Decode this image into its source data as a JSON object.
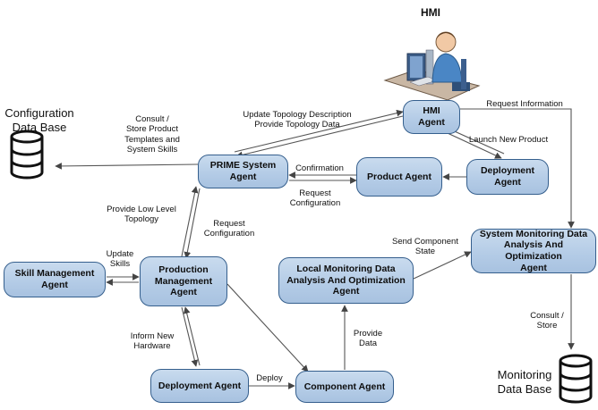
{
  "title": "HMI",
  "nodes": {
    "hmi_agent": "HMI\nAgent",
    "prime": "PRIME System\nAgent",
    "product": "Product Agent",
    "deploy_top": "Deployment\nAgent",
    "sysmon": "System Monitoring Data\nAnalysis And Optimization\nAgent",
    "skill": "Skill Management\nAgent",
    "production": "Production\nManagement\nAgent",
    "localmon": "Local Monitoring Data\nAnalysis And Optimization\nAgent",
    "deploy_bottom": "Deployment Agent",
    "component": "Component Agent"
  },
  "databases": {
    "config": "Configuration\nData Base",
    "monitoring": "Monitoring\nData Base"
  },
  "labels": {
    "consult_store_templates": "Consult /\nStore Product\nTemplates and\nSystem Skills",
    "update_topology": "Update Topology Description\nProvide Topology Data",
    "request_information": "Request Information",
    "launch_new_product": "Launch New Product",
    "confirmation": "Confirmation",
    "request_configuration_1": "Request\nConfiguration",
    "provide_low_level_topology": "Provide Low Level\nTopology",
    "request_configuration_2": "Request\nConfiguration",
    "send_component_state": "Send Component\nState",
    "update_skills": "Update\nSkills",
    "inform_new_hardware": "Inform New\nHardware",
    "provide_data": "Provide\nData",
    "deploy": "Deploy",
    "consult_store": "Consult /\nStore"
  },
  "colors": {
    "node_fill": "#b8cfe8",
    "node_border": "#355f8d",
    "arrow": "#555555"
  },
  "icons": [
    "operator-workstation-icon",
    "database-icon"
  ]
}
